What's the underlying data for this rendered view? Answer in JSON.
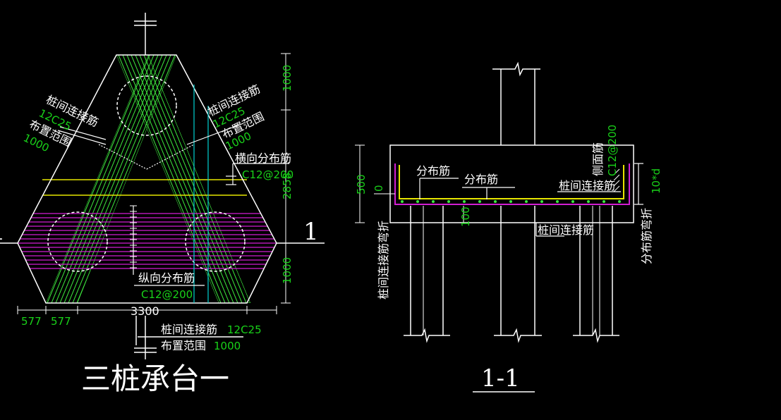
{
  "plan": {
    "title": "三桩承台一",
    "section_mark": "1",
    "left_label": {
      "line1": "桩间连接筋",
      "line2": "12C25",
      "line3": "布置范围",
      "line4": "1000"
    },
    "right_label": {
      "line1": "桩间连接筋",
      "line2": "12C25",
      "line3": "布置范围",
      "line4": "1000"
    },
    "transverse_label": "横向分布筋",
    "transverse_spec": "C12@200",
    "longitudinal_label": "纵向分布筋",
    "longitudinal_spec": "C12@200",
    "bottom_label1_text": "桩间连接筋",
    "bottom_label1_spec": "12C25",
    "bottom_label2_text": "布置范围",
    "bottom_label2_spec": "1000",
    "dim_top": "1000",
    "dim_mid": "2858",
    "dim_bot": "1000",
    "dim_width": "3300",
    "dim_577a": "577",
    "dim_577b": "577"
  },
  "section": {
    "title": "1-1",
    "dim_500": "500",
    "dim_0": "0",
    "dim_100": "100",
    "dist_label_a": "分布筋",
    "dist_label_b": "分布筋",
    "tie_label_top": "桩间连接筋",
    "tie_label_bottom": "桩间连接筋",
    "side_bar_label": "侧面筋",
    "side_bar_spec": "C12@200",
    "left_vertical_label": "桩间连接筋弯折",
    "right_vertical_label": "分布筋弯折",
    "right_vertical_spec": "10*d"
  },
  "colors": {
    "background": "#000000",
    "white": "#ffffff",
    "green": "#19d219",
    "magenta": "#d21ed2",
    "yellow": "#e6e600",
    "cyan": "#00d2d2",
    "rebar_green": "#3ee83e"
  }
}
